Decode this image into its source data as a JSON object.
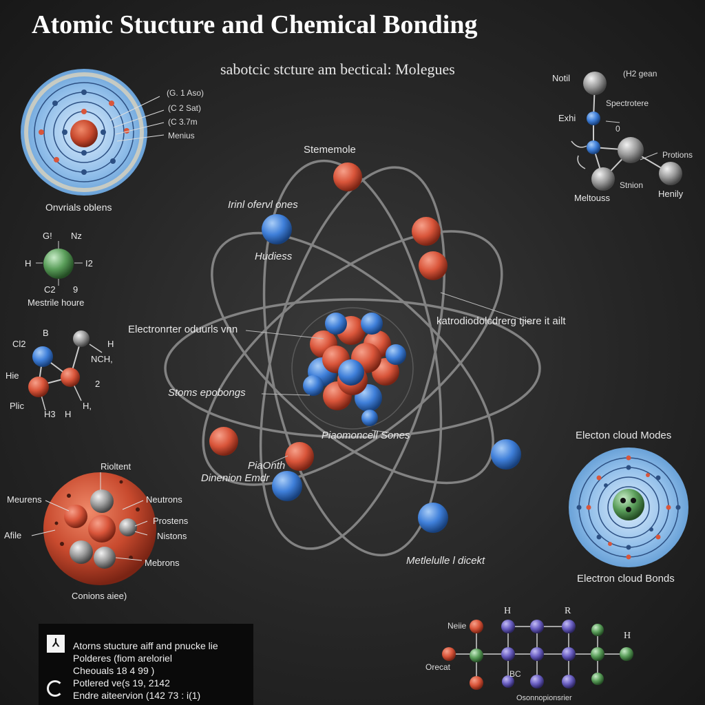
{
  "header": {
    "title": "Atomic Stucture and Chemical Bonding",
    "subtitle": "sabotcic stcture am bectical: Molegues"
  },
  "orbitals_panel": {
    "labels": [
      "(G. 1 Aso)",
      "(C 2 Sat)",
      "(C 3.7m",
      "Menius"
    ],
    "caption": "Onvrials oblens"
  },
  "molecule_panel": {
    "labels": [
      "G!",
      "Nz",
      "H",
      "I2",
      "C2",
      "9"
    ],
    "caption": "Mestrile houre"
  },
  "ring_panel": {
    "labels": [
      "Cl2",
      "B",
      "H",
      "NCH,",
      "Hie",
      "2",
      "Plic",
      "H3",
      "H",
      "H,"
    ]
  },
  "nucleus_panel": {
    "labels": [
      "Rioltent",
      "Meurens",
      "Neutrons",
      "Prostens",
      "Afile",
      "Nistons",
      "Mebrons"
    ],
    "caption": "Conions aiee)"
  },
  "hydrogen_panel": {
    "labels": [
      "Notil",
      "(H2 gean",
      "Spectrotere",
      "Exhi",
      "0",
      "Protions",
      "Stnion",
      "Meltouss",
      "Henily"
    ]
  },
  "central_atom": {
    "labels": {
      "top": "Stememole",
      "orbit_a": "Irinl ofervl ones",
      "nucleus_tag": "Hudiess",
      "left": "Electronrter oduurls vnn",
      "right": "katrodiodolcdrerg tjiere it ailt",
      "stoms": "Stoms epobongs",
      "bottom_center": "Piaomoncell Sones",
      "pia": "PiaOnth",
      "dimension": "Dinenion Emdr",
      "bottom": "Metlelulle l dicekt"
    }
  },
  "cloud_panel": {
    "title": "Electon cloud Modes",
    "caption": "Electron cloud Bonds"
  },
  "chain_panel": {
    "labels": [
      "Neiie",
      "H",
      "R",
      "H",
      "Orecat",
      "BC",
      "Osonnopionsrier"
    ]
  },
  "notes": {
    "line1": "Atorns stucture aiff and pnucke lie",
    "line2": "Polderes (fiom areloriel",
    "line3": "Cheouals 18 4 99 )",
    "line4": "Potlered ve(s 19, 2142",
    "line5": "Endre aiteervion (142 73 : i(1)"
  },
  "colors": {
    "background": "#262626",
    "proton": "#d9553a",
    "electron": "#3f7fd9",
    "neutron": "#9a9a9a",
    "cloud": "#7fb3e6",
    "bond_green": "#5a9e5a",
    "chain_purple": "#6a5fc2"
  }
}
